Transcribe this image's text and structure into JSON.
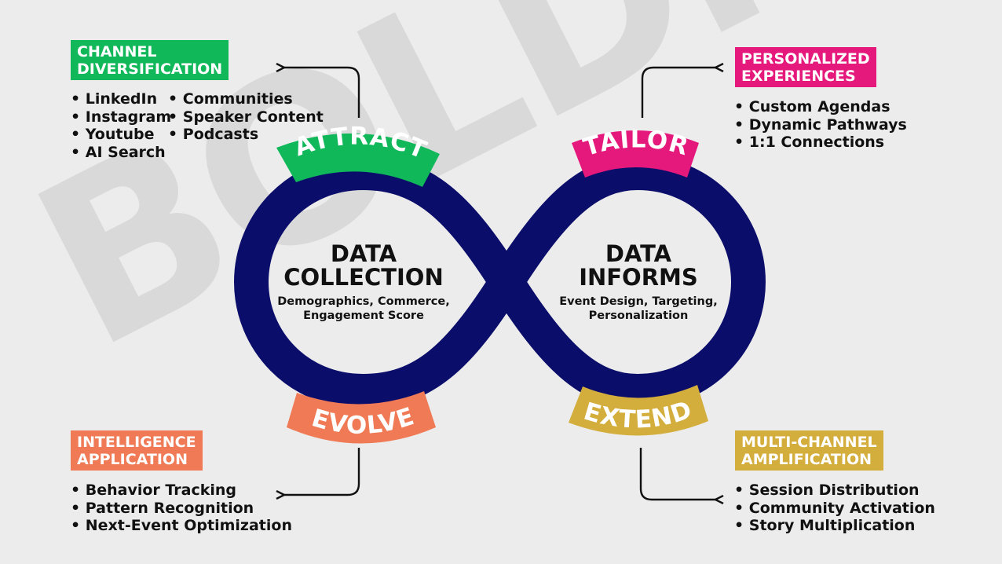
{
  "watermark": "BOLDPUSH",
  "colors": {
    "loop": "#0b0d6a",
    "attract": "#10b85a",
    "tailor": "#e5187c",
    "evolve": "#ef7a55",
    "extend": "#d4ae3c",
    "background": "#ececec"
  },
  "center": {
    "left": {
      "title_line1": "DATA",
      "title_line2": "COLLECTION",
      "sub_line1": "Demographics, Commerce,",
      "sub_line2": "Engagement Score"
    },
    "right": {
      "title_line1": "DATA",
      "title_line2": "INFORMS",
      "sub_line1": "Event Design, Targeting,",
      "sub_line2": "Personalization"
    }
  },
  "stages": {
    "attract": "ATTRACT",
    "tailor": "TAILOR",
    "evolve": "EVOLVE",
    "extend": "EXTEND"
  },
  "panels": {
    "channel": {
      "title_line1": "CHANNEL",
      "title_line2": "DIVERSIFICATION",
      "col1": [
        "LinkedIn",
        "Instagram",
        "Youtube",
        "AI Search"
      ],
      "col2": [
        "Communities",
        "Speaker Content",
        "Podcasts"
      ]
    },
    "personalized": {
      "title_line1": "PERSONALIZED",
      "title_line2": "EXPERIENCES",
      "items": [
        "Custom Agendas",
        "Dynamic Pathways",
        "1:1 Connections"
      ]
    },
    "intelligence": {
      "title_line1": "INTELLIGENCE",
      "title_line2": "APPLICATION",
      "items": [
        "Behavior Tracking",
        "Pattern Recognition",
        "Next-Event Optimization"
      ]
    },
    "amplification": {
      "title_line1": "MULTI-CHANNEL",
      "title_line2": "AMPLIFICATION",
      "items": [
        "Session Distribution",
        "Community Activation",
        "Story Multiplication"
      ]
    }
  }
}
